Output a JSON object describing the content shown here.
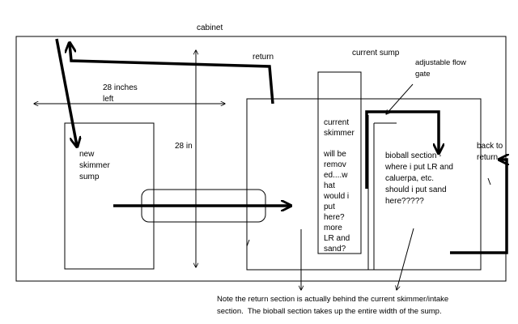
{
  "labels": {
    "cabinet": "cabinet",
    "return_top": "return",
    "current_sump": "current sump",
    "adjustable_flow_gate": "adjustable flow\ngate",
    "width_28": "28 inches\nleft",
    "height_28": "28 in",
    "new_skimmer_sump": "new\nskimmer\nsump",
    "current_skimmer": "current\nskimmer\n\nwill be\nremov\ned....w\nhat\nwould i\nput\nhere?\nmore\nLR and\nsand?",
    "bioball_section": "bioball section -\nwhere i put LR and\ncaluerpa, etc.\nshould i put sand\nhere?????",
    "back_to_return": "back to\nreturn",
    "note": "Note the return section is actually behind the current skimmer/intake\nsection.  The bioball section takes up the entire width of the sump."
  },
  "colors": {
    "line": "#000000",
    "background": "#ffffff"
  }
}
